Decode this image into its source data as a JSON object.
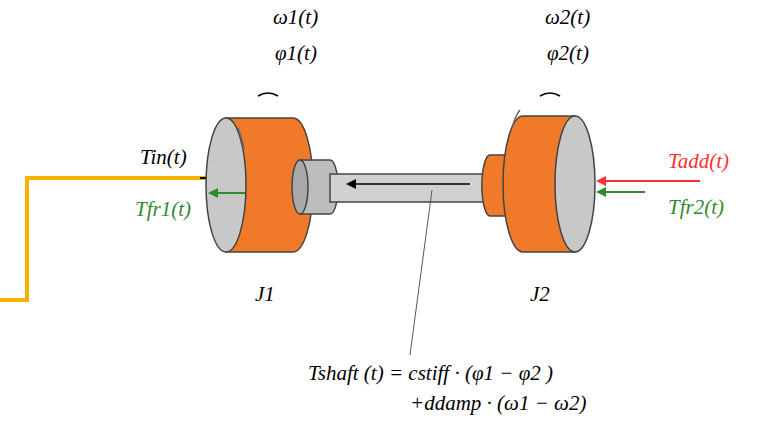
{
  "diagram": {
    "labels": [
      "ω1(t)",
      "φ1(t)",
      "ω2(t)",
      "φ2(t)",
      "Tin(t)",
      "Tfr1(t)",
      "Tadd(t)",
      "Tfr2(t)",
      "J1",
      "J2",
      "Tshaft (t) = cstiff · (φ1 − φ2 )",
      "+ddamp · (ω1 − ω2)"
    ]
  }
}
